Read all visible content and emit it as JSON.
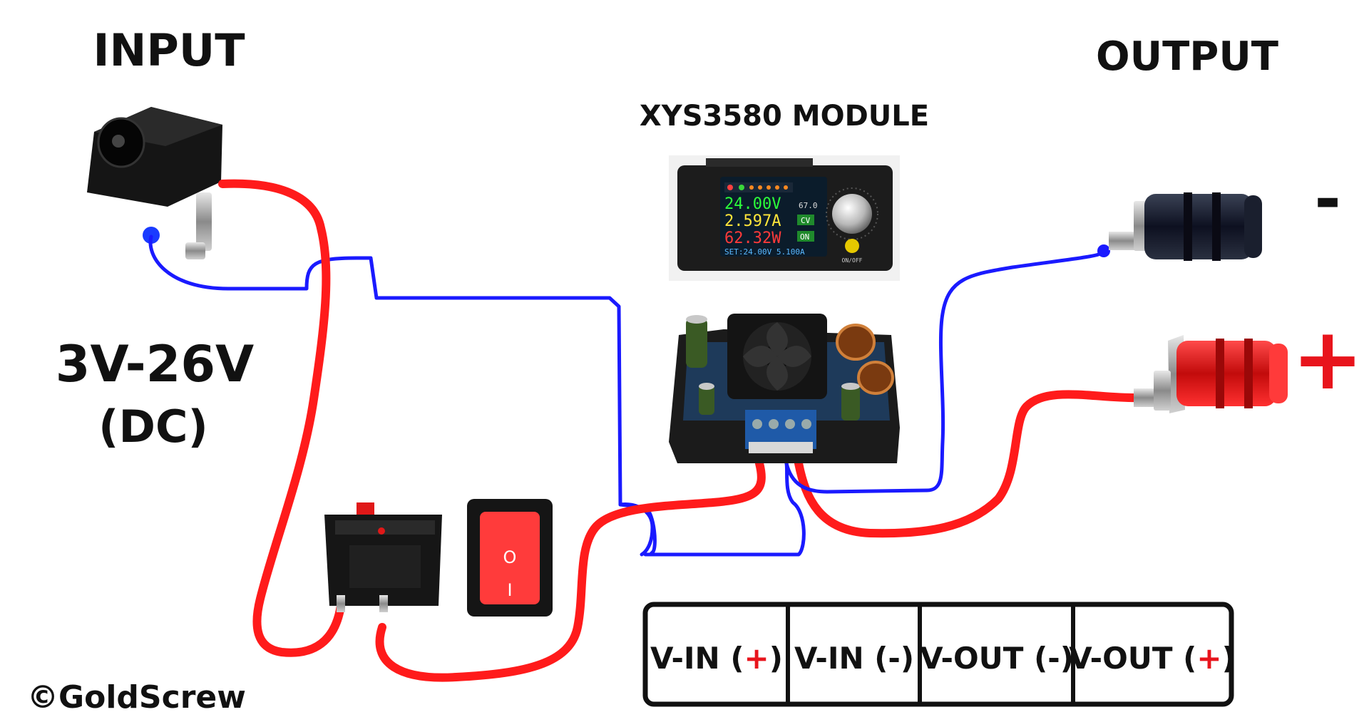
{
  "headings": {
    "input": "INPUT",
    "output": "OUTPUT",
    "module": "XYS3580 MODULE",
    "voltage": "3V-26V",
    "dc": "(DC)",
    "minus_sign": "-",
    "plus_sign": "+",
    "copyright": "©GoldScrew"
  },
  "lcd": {
    "voltage": "24.00V",
    "current": "2.597A",
    "power": "62.32W",
    "temp": "67.0",
    "mode": "CV",
    "state": "ON",
    "set": "SET:24.00V 5.100A",
    "knob_label": "ON/OFF"
  },
  "switch": {
    "on_symbol": "O",
    "off_symbol": "I"
  },
  "terminals": [
    {
      "text": "V-IN ",
      "sign": "+",
      "close": ")",
      "open": "("
    },
    {
      "text": "V-IN ",
      "sign": "-",
      "close": ")",
      "open": "("
    },
    {
      "text": "V-OUT ",
      "sign": "-",
      "close": ")",
      "open": "("
    },
    {
      "text": "V-OUT ",
      "sign": "+",
      "close": ")",
      "open": "("
    }
  ],
  "colors": {
    "positive_wire": "#ff1b1b",
    "negative_wire": "#1a1aff",
    "module_body": "#1b1b1b",
    "screen_bg": "#0b1c2b"
  },
  "icons": [
    "dc-jack-icon",
    "rocker-switch-icon",
    "binding-post-icon",
    "cooling-fan-icon",
    "inductor-icon",
    "capacitor-icon"
  ]
}
